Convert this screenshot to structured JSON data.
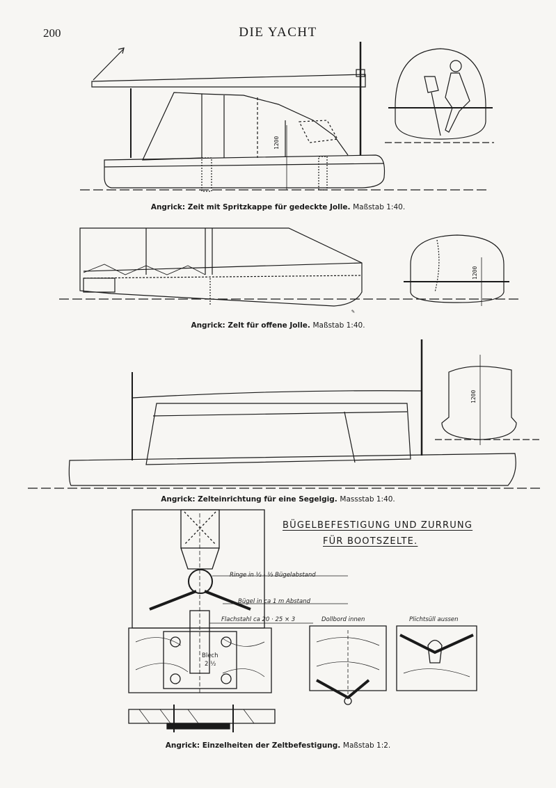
{
  "header": {
    "page_number": "200",
    "title": "DIE YACHT"
  },
  "figures": [
    {
      "caption": "Angrick: Zeit mit Spritzkappe für gedeckte Jolle.",
      "scale": "Maßstab 1:40.",
      "dimension": "1200"
    },
    {
      "caption": "Angrick: Zelt für offene Jolle.",
      "scale": "Maßstab 1:40.",
      "dimension": "1200"
    },
    {
      "caption": "Angrick: Zelteinrichtung für eine Segelgig.",
      "scale": "Massstab 1:40.",
      "dimension": "1200"
    },
    {
      "caption": "Angrick: Einzelheiten der Zeltbefestigung.",
      "scale": "Maßstab 1:2.",
      "title_line1": "BÜGELBEFESTIGUNG UND ZURRUNG",
      "title_line2": "FÜR BOOTSZELTE.",
      "labels": {
        "rings": "Ringe in ½ - ⅓ Bügelabstand",
        "buegel": "Bügel in ca 1 m Abstand",
        "flachstahl": "Flachstahl ca 20 · 25 × 3",
        "blech": "Blech",
        "blech_size": "2 ½",
        "dollbord": "Dollbord innen",
        "plichtsuell": "Plichtsüll aussen"
      }
    }
  ]
}
